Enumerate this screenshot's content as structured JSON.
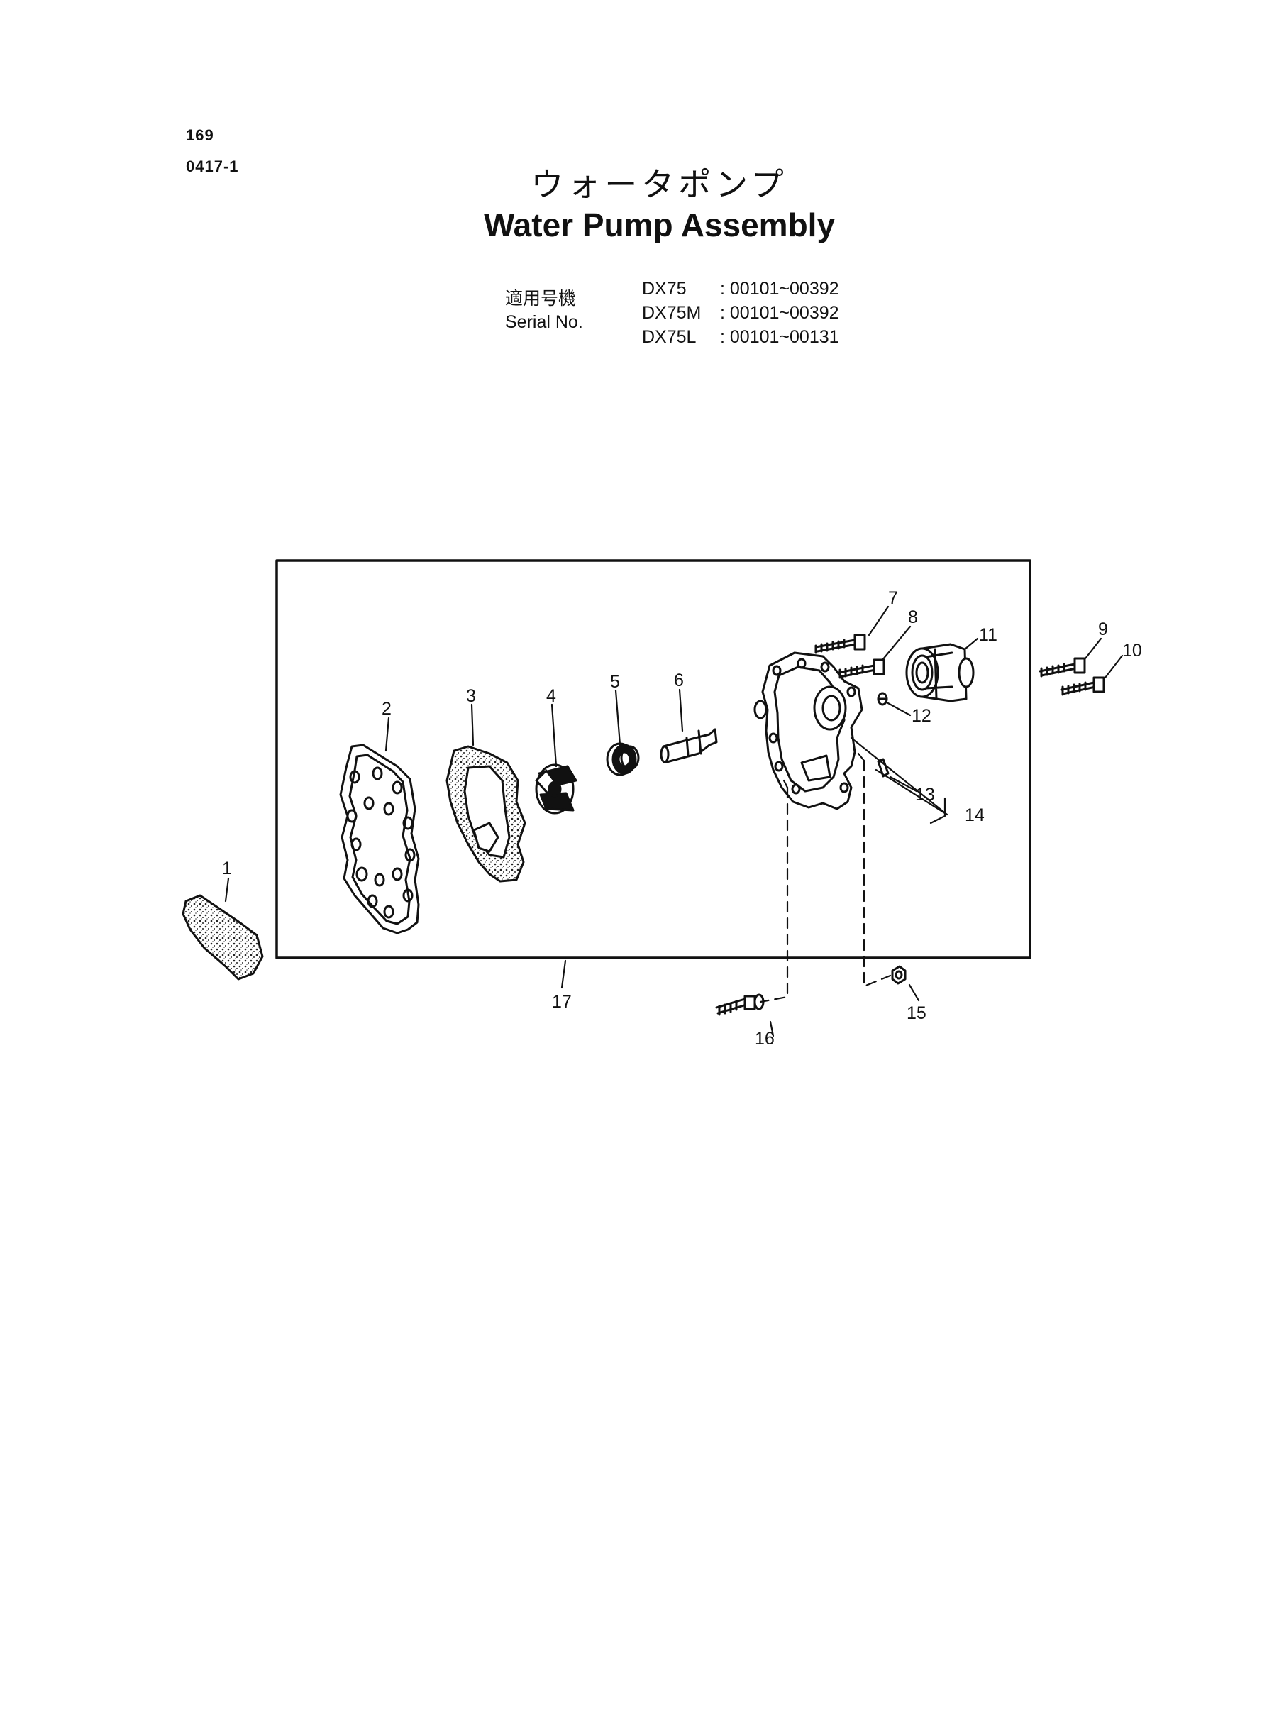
{
  "header": {
    "page_number": "169",
    "code": "0417-1"
  },
  "title": {
    "jp": "ウォータポンプ",
    "en": "Water Pump Assembly"
  },
  "serial": {
    "label_jp": "適用号機",
    "label_en": "Serial No.",
    "rows": [
      {
        "model": "DX75",
        "range": ": 00101~00392"
      },
      {
        "model": "DX75M",
        "range": ": 00101~00392"
      },
      {
        "model": "DX75L",
        "range": ": 00101~00131"
      }
    ]
  },
  "diagram": {
    "callouts": [
      "1",
      "2",
      "3",
      "4",
      "5",
      "6",
      "7",
      "8",
      "9",
      "10",
      "11",
      "12",
      "13",
      "14",
      "15",
      "16",
      "17"
    ]
  }
}
